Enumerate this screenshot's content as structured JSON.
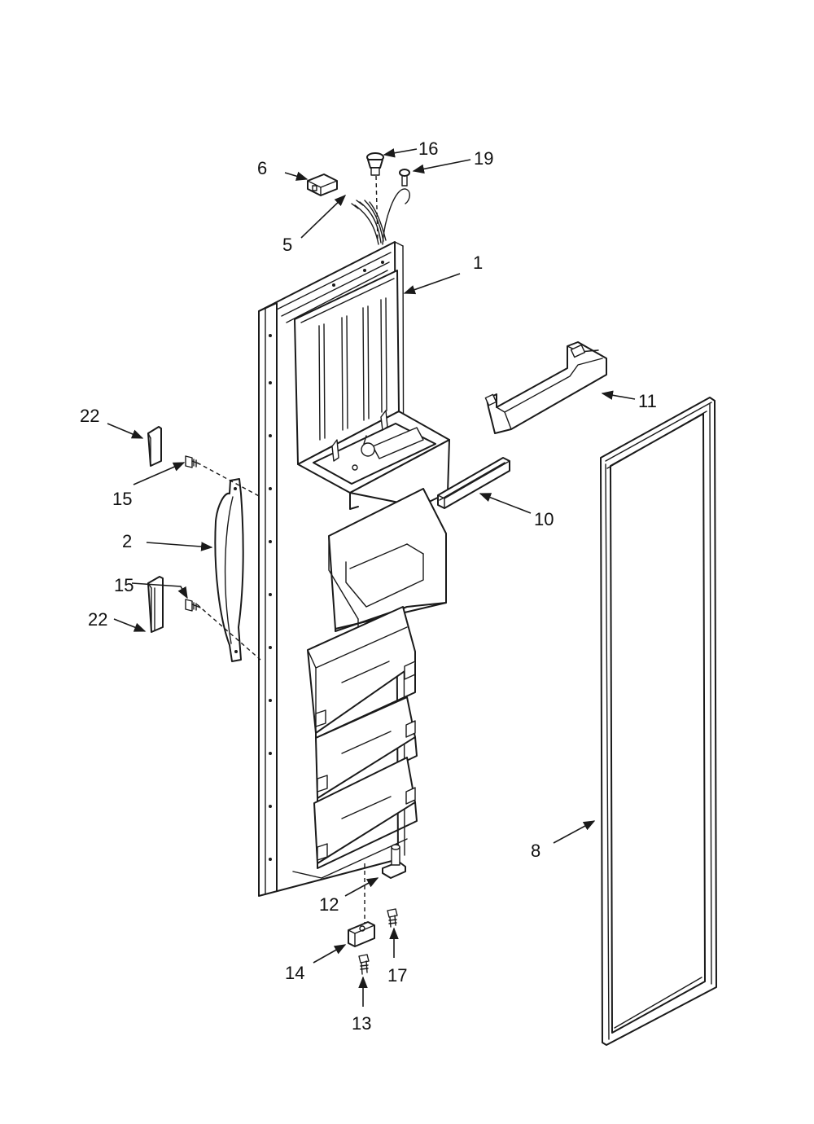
{
  "colors": {
    "line": "#1a1a1a",
    "background": "#ffffff"
  },
  "callouts": {
    "c1": "1",
    "c2": "2",
    "c5": "5",
    "c6": "6",
    "c8": "8",
    "c10": "10",
    "c11": "11",
    "c12": "12",
    "c13": "13",
    "c14": "14",
    "c15a": "15",
    "c15b": "15",
    "c16": "16",
    "c17": "17",
    "c19": "19",
    "c22a": "22",
    "c22b": "22"
  }
}
